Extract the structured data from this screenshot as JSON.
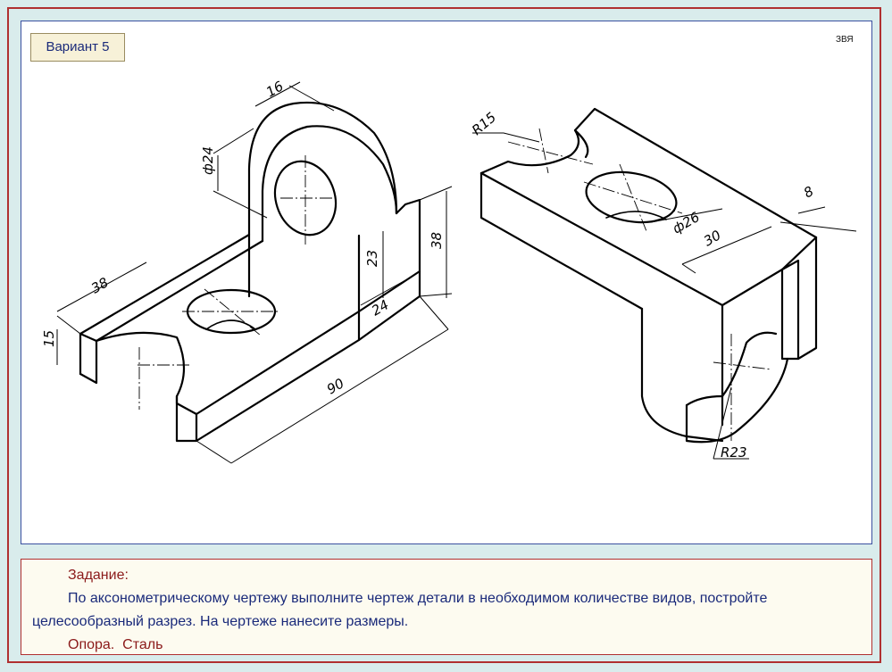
{
  "variant_label": "Вариант 5",
  "author_mark": "ЗВЯ",
  "dimensions": {
    "left_part": [
      "16",
      "ф24",
      "38",
      "23",
      "38",
      "24",
      "15",
      "90"
    ],
    "right_part": [
      "R15",
      "ф26",
      "30",
      "8",
      "R23"
    ]
  },
  "task": {
    "heading": "Задание:",
    "text": "По аксонометрическому чертежу выполните чертеж детали в необходимом количестве видов, постройте целесообразный разрез. На чертеже нанесите размеры.",
    "part_name": "Опора.",
    "material": "Сталь"
  },
  "colors": {
    "frame": "#b03030",
    "background": "#d9ecec",
    "badge_bg": "#f7f1d8",
    "text_blue": "#1a2a7a",
    "text_red": "#8b1a1a"
  }
}
